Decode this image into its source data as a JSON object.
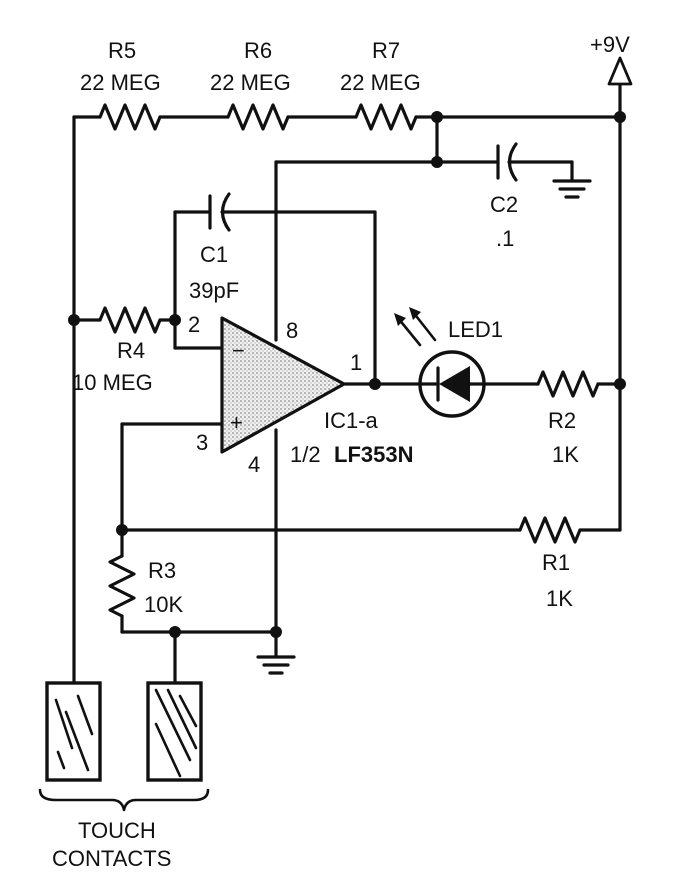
{
  "supply": {
    "label": "+9V"
  },
  "resistors": {
    "r5": {
      "name": "R5",
      "value": "22 MEG"
    },
    "r6": {
      "name": "R6",
      "value": "22 MEG"
    },
    "r7": {
      "name": "R7",
      "value": "22 MEG"
    },
    "r4": {
      "name": "R4",
      "value": "10 MEG"
    },
    "r2": {
      "name": "R2",
      "value": "1K"
    },
    "r1": {
      "name": "R1",
      "value": "1K"
    },
    "r3": {
      "name": "R3",
      "value": "10K"
    }
  },
  "capacitors": {
    "c1": {
      "name": "C1",
      "value": "39pF"
    },
    "c2": {
      "name": "C2",
      "value": ".1"
    }
  },
  "led": {
    "name": "LED1"
  },
  "ic": {
    "name": "IC1-a",
    "part_prefix": "1/2",
    "part": "LF353N",
    "pins": {
      "p1": "1",
      "p2": "2",
      "p3": "3",
      "p4": "4",
      "p8": "8"
    },
    "inverting": "−",
    "noninverting": "+"
  },
  "touch": {
    "line1": "TOUCH",
    "line2": "CONTACTS"
  }
}
